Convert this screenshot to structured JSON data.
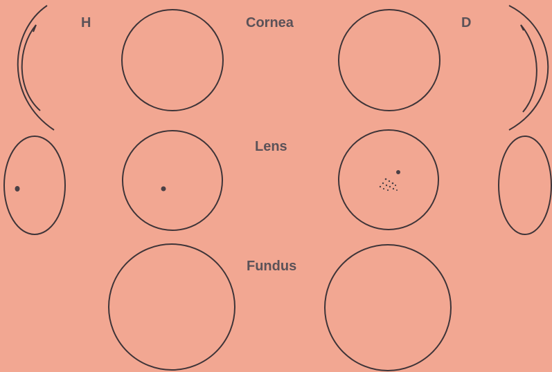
{
  "labels": {
    "left_eye": "H",
    "right_eye": "D",
    "row_cornea": "Cornea",
    "row_lens": "Lens",
    "row_fundus": "Fundus"
  },
  "colors": {
    "paper": "#f2a792",
    "ink": "#3e3438",
    "label_ink": "#5b5258"
  }
}
